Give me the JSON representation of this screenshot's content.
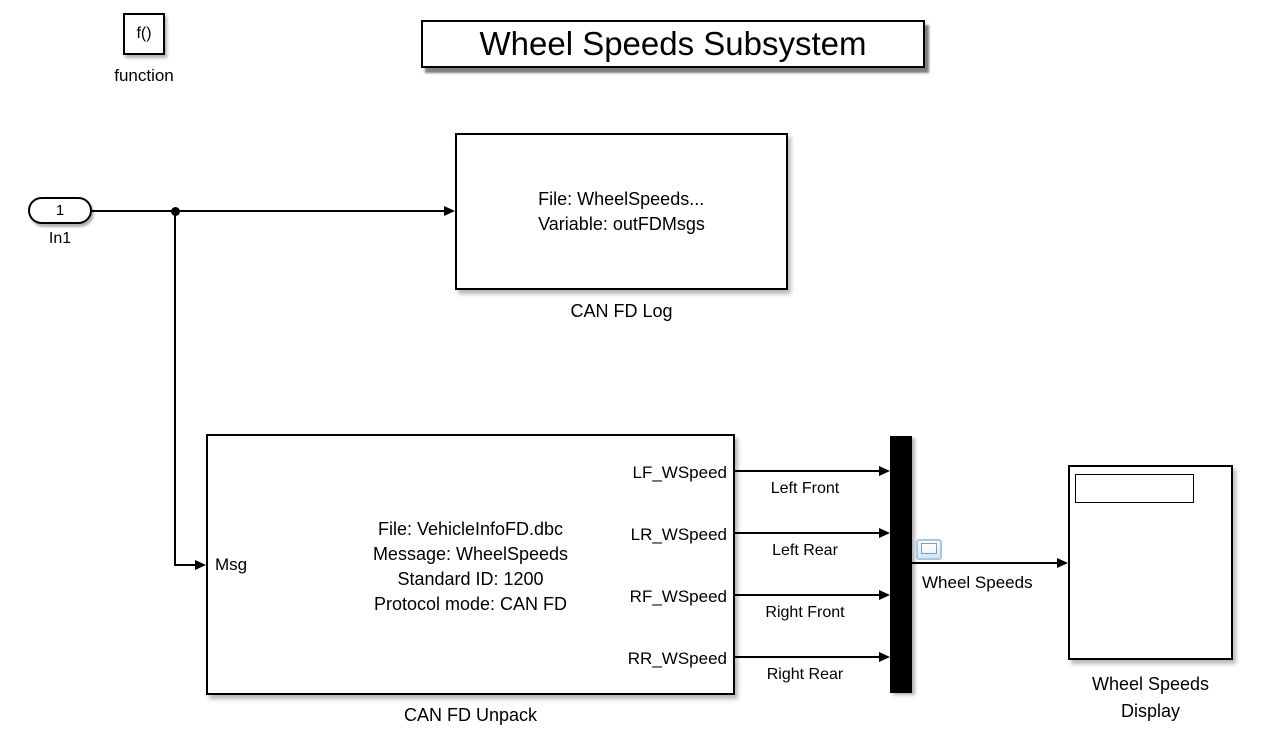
{
  "diagram": {
    "title": "Wheel Speeds Subsystem",
    "function_block": {
      "glyph": "f()",
      "label": "function"
    },
    "inport": {
      "number": "1",
      "label": "In1"
    },
    "can_fd_log": {
      "line1": "File: WheelSpeeds...",
      "line2": "Variable: outFDMsgs",
      "label": "CAN FD Log"
    },
    "can_fd_unpack": {
      "input_port": "Msg",
      "params": [
        "File: VehicleInfoFD.dbc",
        "Message: WheelSpeeds",
        "Standard ID: 1200",
        "Protocol mode: CAN FD"
      ],
      "output_ports": [
        "LF_WSpeed",
        "LR_WSpeed",
        "RF_WSpeed",
        "RR_WSpeed"
      ],
      "label": "CAN FD Unpack"
    },
    "signals": [
      "Left Front",
      "Left Rear",
      "Right Front",
      "Right Rear"
    ],
    "mux_output_signal": "Wheel Speeds",
    "display": {
      "label_line1": "Wheel Speeds",
      "label_line2": "Display"
    },
    "colors": {
      "line": "#000000",
      "block_background": "#ffffff",
      "badge_border": "#a5c7e0"
    }
  }
}
